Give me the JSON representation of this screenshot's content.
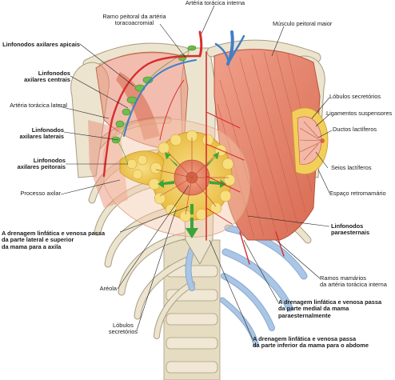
{
  "labels": {
    "arteria_toracica_interna": "Artéria torácica interna",
    "ramo_peitoral": "Ramo peitoral da artéria\ntoracoacromial",
    "musculo_peitoral_maior": "Músculo peitoral maior",
    "linf_apicais": "Linfonodos axilares apicais",
    "linf_centrais": "Linfonodos\naxilares centrais",
    "arteria_toracica_lateral": "Artéria torácica lateral",
    "linf_laterais": "Linfonodos\naxilares laterais",
    "linf_peitorais": "Linfonodos\naxilares peitorais",
    "processo_axilar": "Processo axilar",
    "drenagem_axila": "A drenagem linfática e venosa passa\nda parte lateral e superior\nda mama para a axila",
    "areola": "Aréola",
    "lobulos_secretorios_bottom": "Lóbulos\nsecretórios",
    "lobulos_secretorios": "Lóbulos secretórios",
    "ligamentos_suspensores": "Ligamentos suspensores",
    "ductos_lactiferos": "Ductos lactíferos",
    "seios_lactiferos": "Seios lactíferos",
    "espaco_retromamario": "Espaço retromamário",
    "linf_paraesternais": "Linfonodos\nparaesternais",
    "ramos_mamarios": "Ramos mamários\nda artéria torácica interna",
    "drenagem_paraesternal": "A drenagem linfática e venosa passa\nda parte medial da mama\nparaesternalmente",
    "drenagem_abdome": "A drenagem linfática e venosa passa\nda parte inferior da mama para o abdome"
  },
  "colors": {
    "muscle": "#e8866e",
    "muscle_dark": "#c9573f",
    "bone": "#ece4cf",
    "bone_outline": "#a89d80",
    "cartilage": "#a9c6e6",
    "gland": "#f2cf5a",
    "artery": "#d62e2e",
    "vein": "#3f7fc9",
    "lymph": "#5bab3d",
    "arrow": "#3aa63a"
  }
}
